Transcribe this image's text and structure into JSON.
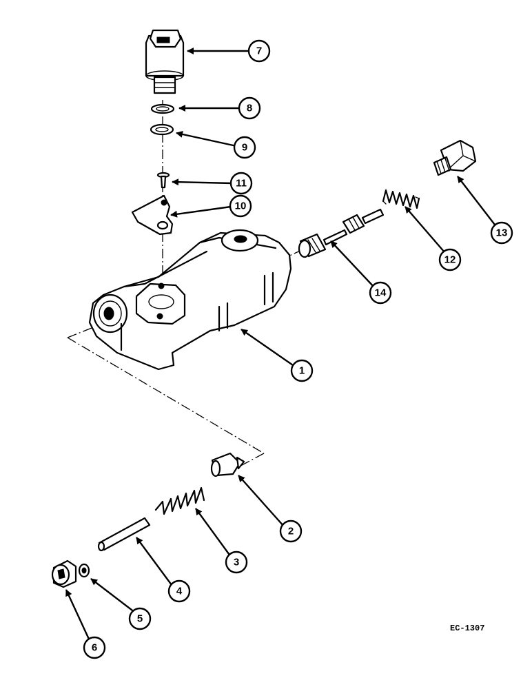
{
  "figure_code": "EC-1307",
  "callouts": [
    {
      "label": "1"
    },
    {
      "label": "2"
    },
    {
      "label": "3"
    },
    {
      "label": "4"
    },
    {
      "label": "5"
    },
    {
      "label": "6"
    },
    {
      "label": "7"
    },
    {
      "label": "8"
    },
    {
      "label": "9"
    },
    {
      "label": "10"
    },
    {
      "label": "11"
    },
    {
      "label": "12"
    },
    {
      "label": "13"
    },
    {
      "label": "14"
    }
  ]
}
